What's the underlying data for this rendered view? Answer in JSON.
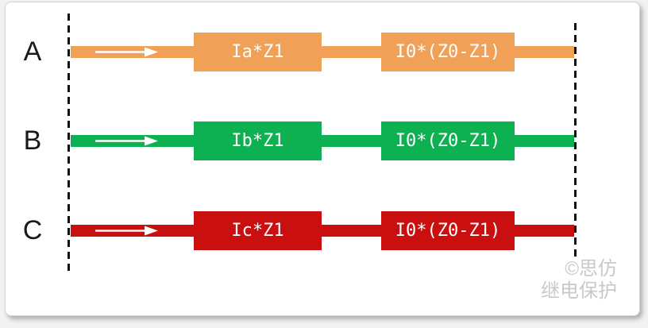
{
  "phases": [
    {
      "label": "A",
      "color": "#F0A057",
      "segment1_label": "Ia*Z1",
      "segment2_label": "I0*(Z0-Z1)"
    },
    {
      "label": "B",
      "color": "#0EB152",
      "segment1_label": "Ib*Z1",
      "segment2_label": "I0*(Z0-Z1)"
    },
    {
      "label": "C",
      "color": "#C90F0F",
      "segment1_label": "Ic*Z1",
      "segment2_label": "I0*(Z0-Z1)"
    }
  ],
  "dashed_line_color": "#111111",
  "arrow_color": "#ffffff",
  "watermark": {
    "line1": "©思仿",
    "line2": "继电保护",
    "color": "#c9c9c9"
  }
}
